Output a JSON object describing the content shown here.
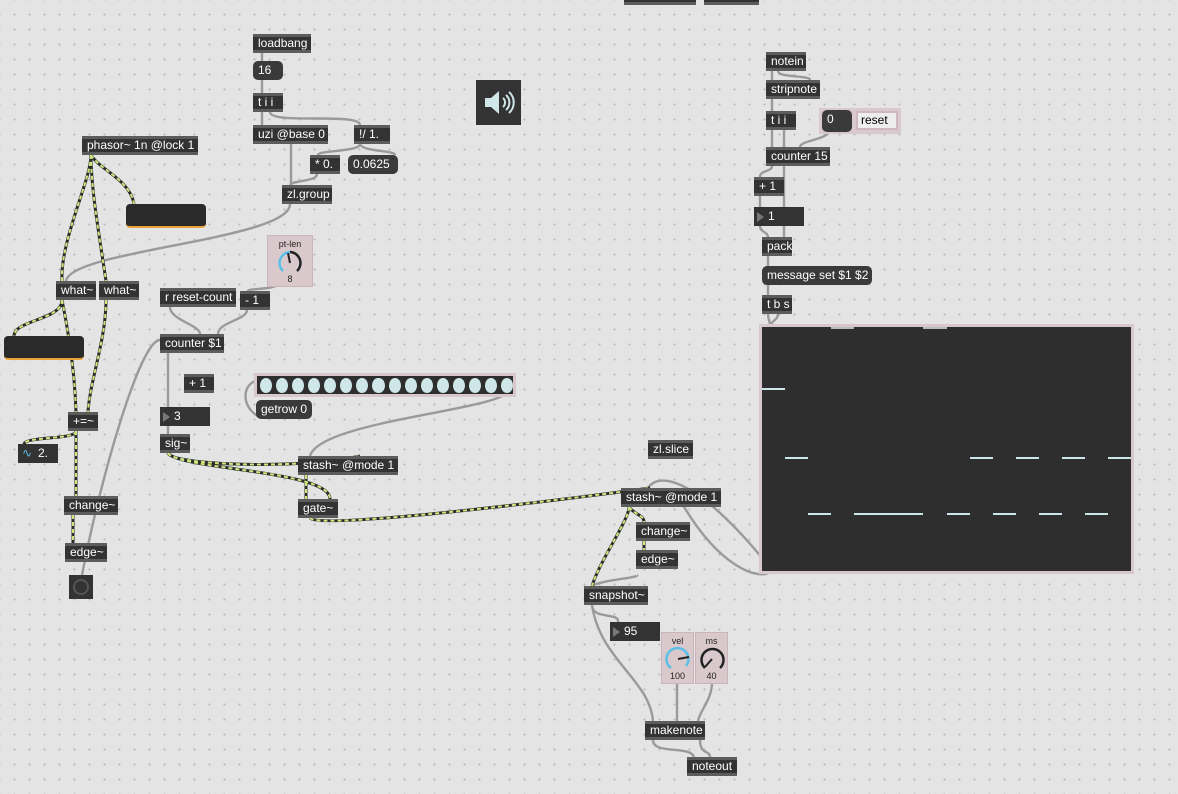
{
  "objects": {
    "loadbang": "loadbang",
    "int16": "16",
    "t_ii_a": "t i i",
    "uzi": "uzi @base 0",
    "rdiv": "!/ 1.",
    "mul": "* 0.",
    "step": "0.0625",
    "zlgroup": "zl.group",
    "phasor": "phasor~ 1n @lock 1",
    "what1": "what~",
    "what2": "what~",
    "rreset": "r reset-count",
    "minus1": "- 1",
    "counter1": "counter $1",
    "plus1a": "+ 1",
    "num3": "3",
    "sig": "sig~",
    "getrow": "getrow 0",
    "pluseq": "+=~",
    "sigval": "2.",
    "stash1": "stash~ @mode 1",
    "gate": "gate~",
    "change1": "change~",
    "edge1": "edge~",
    "zlslice": "zl.slice",
    "stash2": "stash~ @mode 1",
    "change2": "change~",
    "edge2": "edge~",
    "snapshot": "snapshot~",
    "num95": "95",
    "makenote": "makenote",
    "noteout": "noteout",
    "notein": "notein",
    "stripnote": "stripnote",
    "t_ii_b": "t i i",
    "zero": "0",
    "reset": "reset",
    "counter15": "counter 15",
    "plus1b": "+ 1",
    "num1": "1",
    "pack": "pack",
    "msgset": "message set $1 $2",
    "tbs": "t b s"
  },
  "dials": {
    "ptlen": {
      "label": "pt-len",
      "value": "8"
    },
    "vel": {
      "label": "vel",
      "value": "100"
    },
    "ms": {
      "label": "ms",
      "value": "40"
    }
  },
  "matrix_cells": 16,
  "multislider_values": [
    0.74,
    0.46,
    0.23,
    1.0,
    0.23,
    0.23,
    0.23,
    1.0,
    0.23,
    0.46,
    0.23,
    0.46,
    0.23,
    0.46,
    0.23,
    0.46
  ],
  "colors": {
    "signal": "#cde77c",
    "accent": "#5bc0e8",
    "slider": "#e8a33a"
  }
}
